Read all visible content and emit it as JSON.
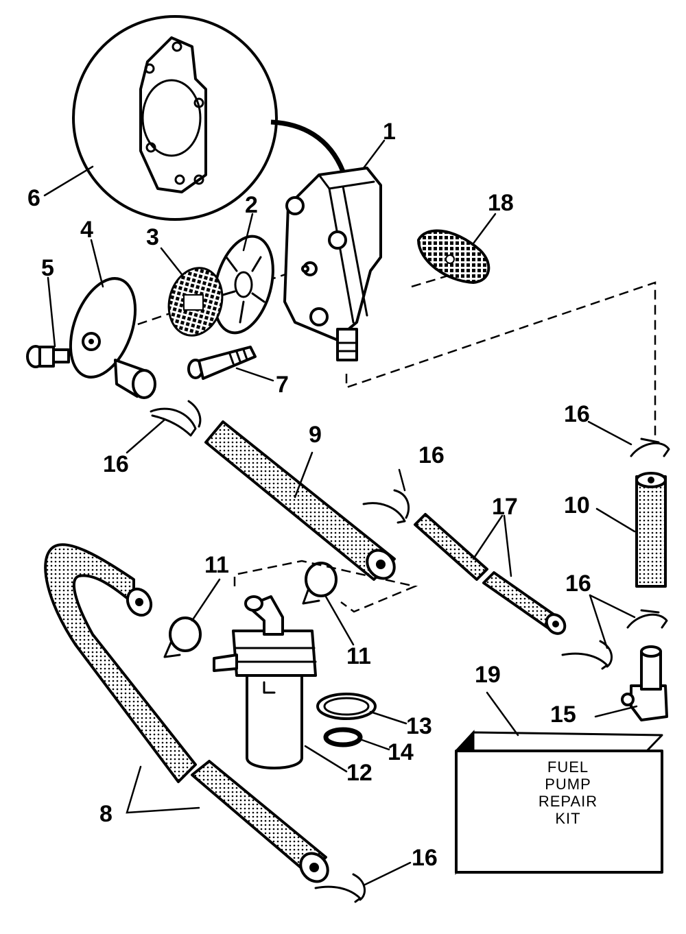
{
  "callouts": {
    "c1": "1",
    "c2": "2",
    "c3": "3",
    "c4": "4",
    "c5": "5",
    "c6": "6",
    "c7": "7",
    "c8": "8",
    "c9": "9",
    "c10": "10",
    "c11a": "11",
    "c11b": "11",
    "c12": "12",
    "c13": "13",
    "c14": "14",
    "c15": "15",
    "c16a": "16",
    "c16b": "16",
    "c16c": "16",
    "c16d": "16",
    "c16e": "16",
    "c17": "17",
    "c18": "18",
    "c19": "19"
  },
  "kit": {
    "line1": "FUEL",
    "line2": "PUMP",
    "line3": "REPAIR",
    "line4": "KIT"
  },
  "colors": {
    "ink": "#000000",
    "paper": "#ffffff"
  }
}
